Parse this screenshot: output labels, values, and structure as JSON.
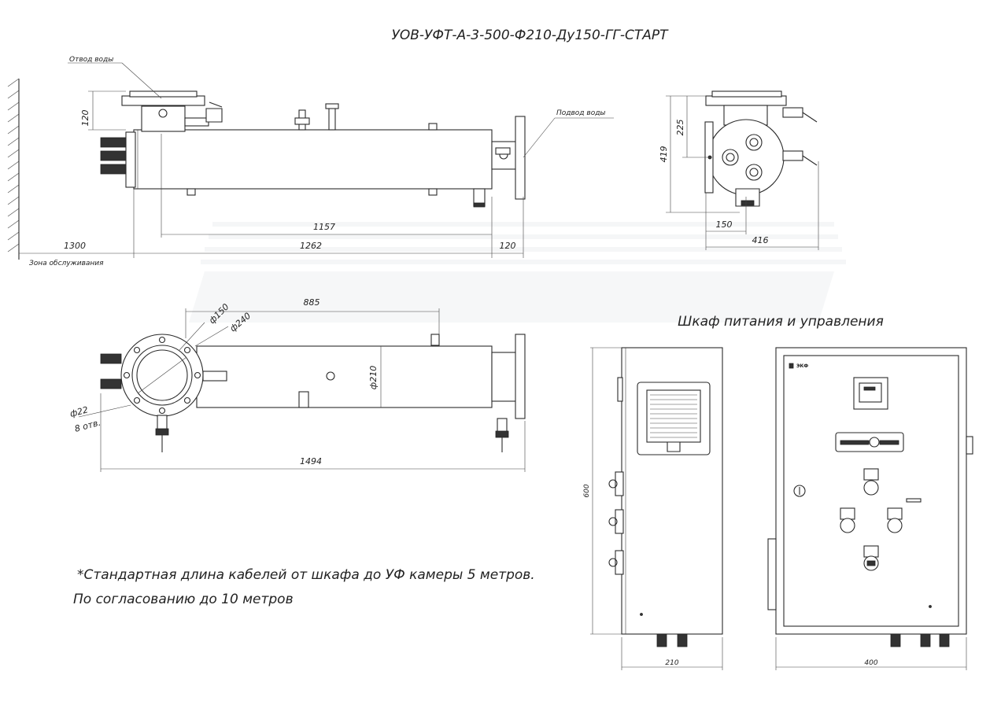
{
  "title": "УОВ-УФТ-А-3-500-Ф210-Ду150-ГГ-СТАРТ",
  "labels": {
    "outlet": "Отвод воды",
    "inlet": "Подвод воды",
    "service_zone": "Зона обслуживания",
    "cabinet_title": "Шкаф питания и управления",
    "holes": "8 отв.",
    "brand": "ЭКФ"
  },
  "dims": {
    "d120_top": "120",
    "d1157": "1157",
    "d1262": "1262",
    "d1300": "1300",
    "d120_bottom": "120",
    "d225": "225",
    "d419": "419",
    "d150_side": "150",
    "d416": "416",
    "d885": "885",
    "phi150": "ф150",
    "phi240": "ф240",
    "phi210": "ф210",
    "phi22": "ф22",
    "d1494": "1494",
    "d600": "600",
    "d210": "210",
    "d400": "400"
  },
  "notes": {
    "line1": "*Стандартная длина кабелей от шкафа до УФ камеры 5 метров.",
    "line2": "По согласованию до 10 метров"
  }
}
